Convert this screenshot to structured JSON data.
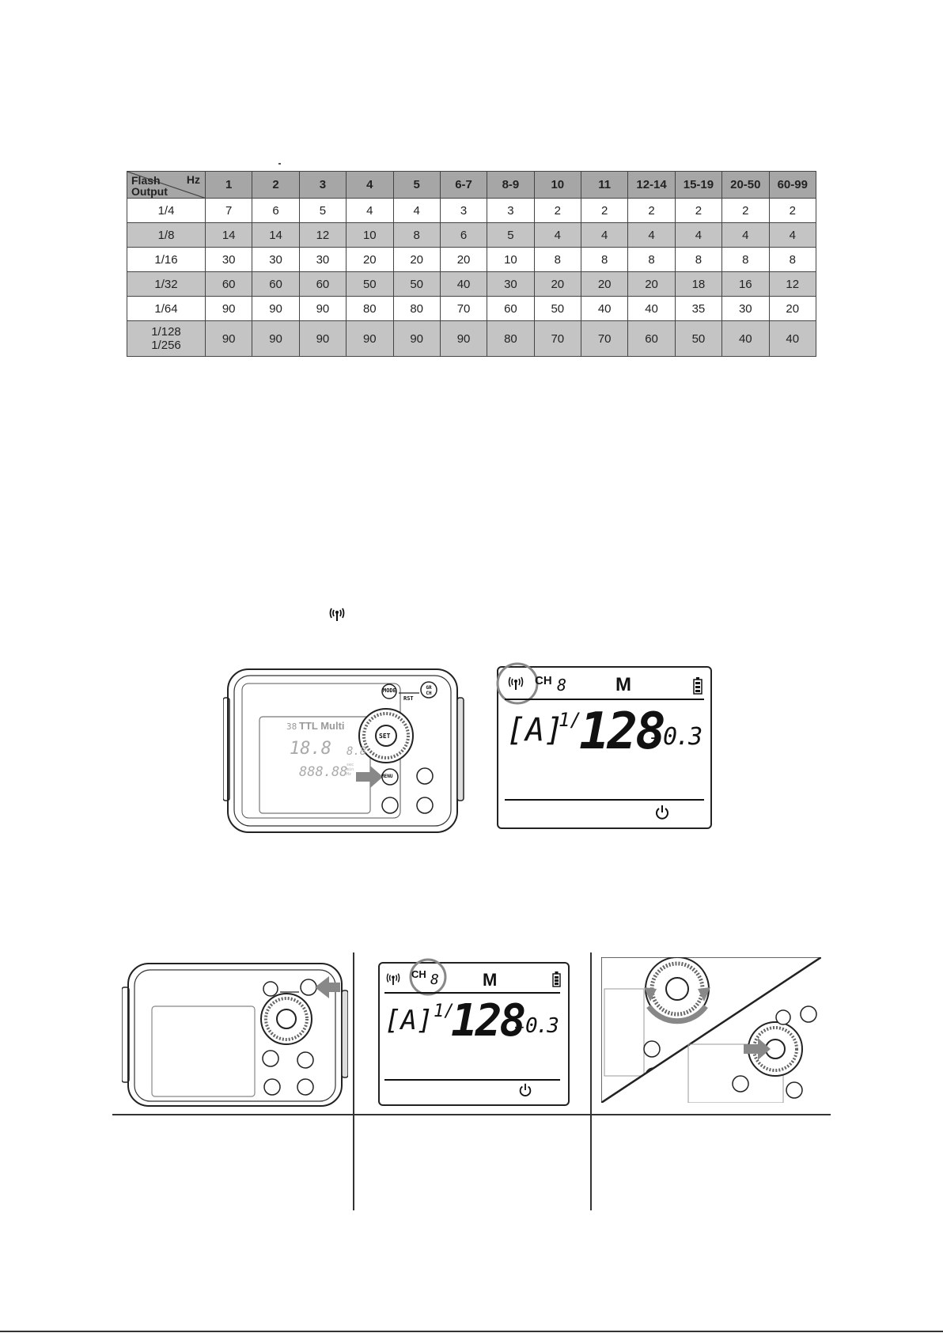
{
  "table": {
    "corner_hz": "Hz",
    "corner_line1": "Flash",
    "corner_line2": "Output",
    "headers": [
      "1",
      "2",
      "3",
      "4",
      "5",
      "6-7",
      "8-9",
      "10",
      "11",
      "12-14",
      "15-19",
      "20-50",
      "60-99"
    ],
    "rows": [
      {
        "label": [
          "1/4"
        ],
        "values": [
          "7",
          "6",
          "5",
          "4",
          "4",
          "3",
          "3",
          "2",
          "2",
          "2",
          "2",
          "2",
          "2"
        ]
      },
      {
        "label": [
          "1/8"
        ],
        "values": [
          "14",
          "14",
          "12",
          "10",
          "8",
          "6",
          "5",
          "4",
          "4",
          "4",
          "4",
          "4",
          "4"
        ]
      },
      {
        "label": [
          "1/16"
        ],
        "values": [
          "30",
          "30",
          "30",
          "20",
          "20",
          "20",
          "10",
          "8",
          "8",
          "8",
          "8",
          "8",
          "8"
        ]
      },
      {
        "label": [
          "1/32"
        ],
        "values": [
          "60",
          "60",
          "60",
          "50",
          "50",
          "40",
          "30",
          "20",
          "20",
          "20",
          "18",
          "16",
          "12"
        ]
      },
      {
        "label": [
          "1/64"
        ],
        "values": [
          "90",
          "90",
          "90",
          "80",
          "80",
          "70",
          "60",
          "50",
          "40",
          "40",
          "35",
          "30",
          "20"
        ]
      },
      {
        "label": [
          "1/128",
          "1/256"
        ],
        "values": [
          "90",
          "90",
          "90",
          "90",
          "90",
          "90",
          "80",
          "70",
          "70",
          "60",
          "50",
          "40",
          "40"
        ]
      }
    ]
  },
  "lcd": {
    "channel_label": "CH",
    "channel_value": "8",
    "mode": "M",
    "group": "A",
    "power_fraction": "1/",
    "power_value": "128",
    "plus": "+",
    "compensation": "0.3"
  },
  "device": {
    "buttons": {
      "mode": "MODE",
      "rst": "RST",
      "gr_ch": "GR CH",
      "set": "SET",
      "menu": "MENU"
    },
    "lcd_preview": {
      "ch_value": "38",
      "modes": "TTL Multi",
      "power": "18.8",
      "comp": "8.8",
      "time": "888.88",
      "units": "sec min Hz"
    }
  },
  "icons": {
    "wireless": "wireless-antenna-icon",
    "power": "power-icon",
    "battery": "battery-icon",
    "arrow": "arrow-pointer-icon"
  }
}
